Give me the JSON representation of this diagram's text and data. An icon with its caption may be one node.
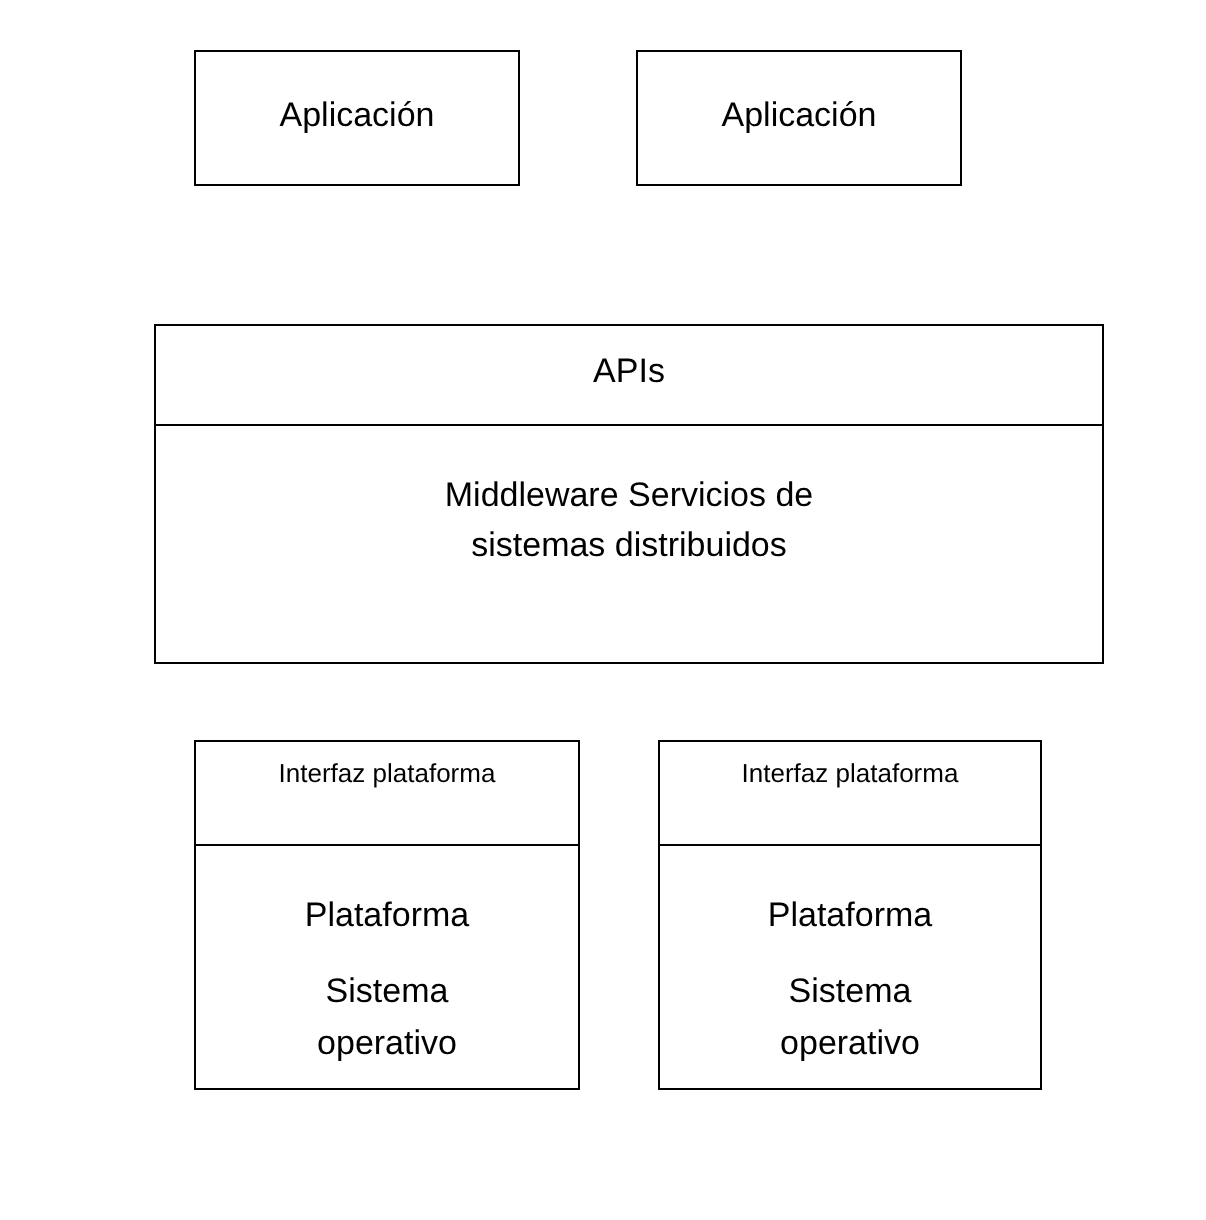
{
  "diagram": {
    "nodes": [
      {
        "text": [
          "Aplicación"
        ]
      },
      {
        "text": [
          "Aplicación"
        ]
      },
      {
        "text": [
          "APIs",
          "Middleware Servicios de sistemas distribuidos"
        ]
      },
      {
        "text": [
          "Interfaz plataforma",
          "Plataforma",
          "Sistema operativo"
        ]
      },
      {
        "text": [
          "Interfaz plataforma",
          "Plataforma",
          "Sistema operativo"
        ]
      }
    ],
    "edges": []
  }
}
